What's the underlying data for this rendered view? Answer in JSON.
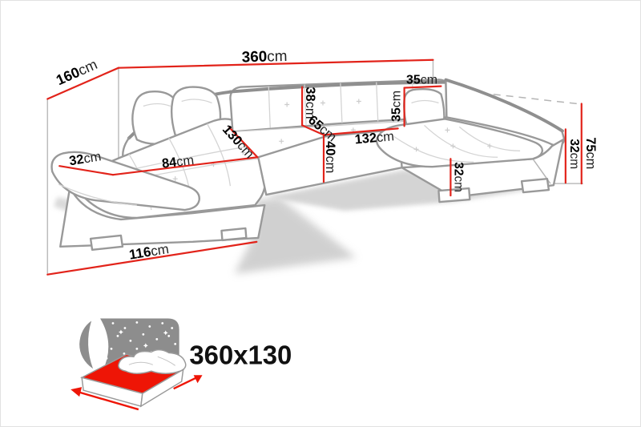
{
  "window": {
    "background": "#ffffff",
    "border_color": "#e2e2e2"
  },
  "palette": {
    "dimension_red": "#e2231a",
    "outline_gray": "#999999",
    "label_color": "#111111",
    "icon_gray": "#8d8d8d",
    "icon_red": "#ee1506"
  },
  "diagram": {
    "unit": "cm",
    "dimensions": {
      "total_width": "360",
      "left_side_depth": "160",
      "back_pillow_width": "35",
      "back_pillow_height": "35",
      "backrest_above_seat_height": "38",
      "backrest_to_seat_front": "65",
      "seat_front_height": "40",
      "middle_seat_width": "132",
      "left_chaise_seat_depth": "130",
      "left_chaise_seat_width": "84",
      "armrest_width": "32",
      "left_chaise_outer_length": "116",
      "right_chaise_front_height": "32",
      "right_side_height": "32",
      "total_height": "75"
    }
  },
  "sleeping_area": {
    "size_label": "360x130"
  }
}
